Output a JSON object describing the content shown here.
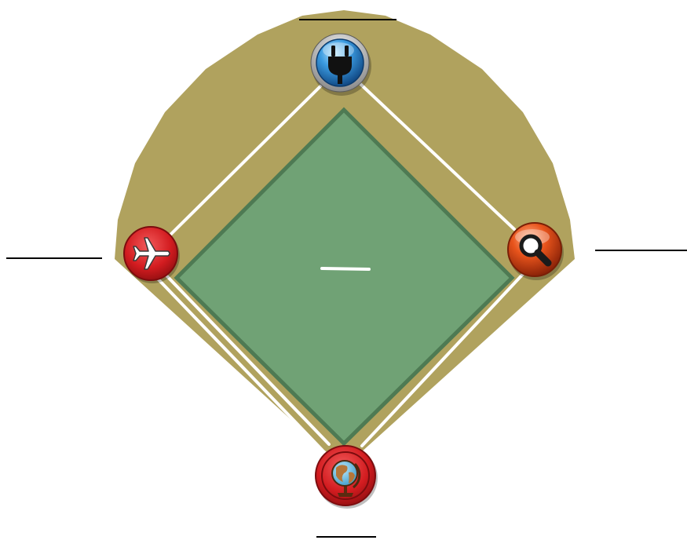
{
  "colors": {
    "field_dirt": "#B0A25E",
    "infield_grass": "#70A275",
    "grass_border": "#4E7A53",
    "base_path": "#FFFFFF",
    "blank_line": "#000000",
    "center_line": "#FFFFFF"
  },
  "bases": [
    {
      "id": "top",
      "icon": "power-plug-icon",
      "color": "#2E8FD6",
      "blank_text": ""
    },
    {
      "id": "right",
      "icon": "magnifier-search-icon",
      "color": "#E2541E",
      "blank_text": ""
    },
    {
      "id": "bottom",
      "icon": "globe-icon",
      "color": "#D91E22",
      "blank_text": ""
    },
    {
      "id": "left",
      "icon": "airplane-icon",
      "color": "#D91E22",
      "blank_text": ""
    }
  ],
  "center_text": ""
}
